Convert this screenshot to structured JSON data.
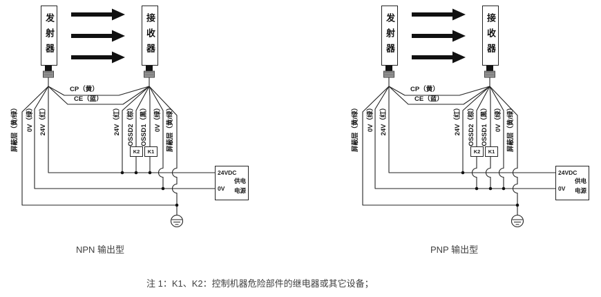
{
  "diagrams": [
    {
      "caption": "NPN 输出型",
      "transmitter": "发射器",
      "receiver": "接收器",
      "wires": {
        "tx_shield": "屏蔽层（黄/绿）",
        "tx_0v": "0V（绿）",
        "tx_24v": "24V（红）",
        "cp": "CP（黄）",
        "ce": "CE（蓝）",
        "rx_24v": "24V（红）",
        "rx_ossd2": "OSSD2（棕）",
        "rx_ossd1": "OSSD1（黑）",
        "rx_0v": "0V（绿）",
        "rx_shield": "屏蔽层（黄/绿）"
      },
      "relays": {
        "k2": "K2",
        "k1": "K1"
      },
      "power": {
        "terminal_24v": "24VDC",
        "terminal_0v": "0V",
        "label_line1": "供电",
        "label_line2": "电源"
      }
    },
    {
      "caption": "PNP 输出型",
      "transmitter": "发射器",
      "receiver": "接收器",
      "wires": {
        "tx_shield": "屏蔽层（黄/绿）",
        "tx_0v": "0V（绿）",
        "tx_24v": "24V（红）",
        "cp": "CP（黄）",
        "ce": "CE（蓝）",
        "rx_24v": "24V（红）",
        "rx_ossd2": "OSSD2（棕）",
        "rx_ossd1": "OSSD1（黑）",
        "rx_0v": "0V（绿）",
        "rx_shield": "屏蔽层（黄/绿）"
      },
      "relays": {
        "k2": "K2",
        "k1": "K1"
      },
      "power": {
        "terminal_24v": "24VDC",
        "terminal_0v": "0V",
        "label_line1": "供电",
        "label_line2": "电源"
      }
    }
  ],
  "note": "注 1：K1、K2：控制机器危险部件的继电器或其它设备；",
  "colors": {
    "line": "#222222",
    "text": "#1a1a1a",
    "caption": "#404040"
  }
}
